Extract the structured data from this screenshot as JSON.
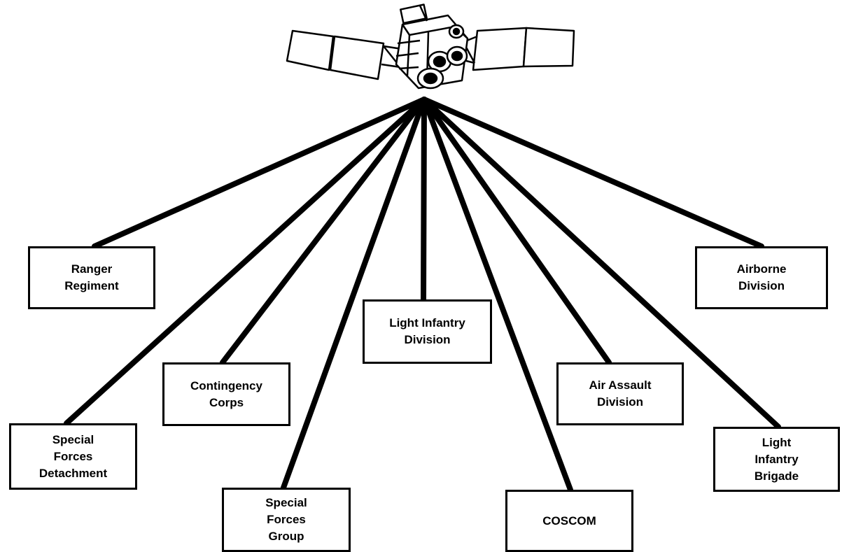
{
  "diagram": {
    "hub": {
      "icon": "satellite-icon"
    },
    "units": [
      {
        "id": "ranger-regiment",
        "lines": [
          "Ranger",
          "Regiment"
        ]
      },
      {
        "id": "special-forces-detachment",
        "lines": [
          "Special",
          "Forces",
          "Detachment"
        ]
      },
      {
        "id": "contingency-corps",
        "lines": [
          "Contingency",
          "Corps"
        ]
      },
      {
        "id": "special-forces-group",
        "lines": [
          "Special",
          "Forces",
          "Group"
        ]
      },
      {
        "id": "light-infantry-division",
        "lines": [
          "Light Infantry",
          "Division"
        ]
      },
      {
        "id": "coscom",
        "lines": [
          "COSCOM"
        ]
      },
      {
        "id": "air-assault-division",
        "lines": [
          "Air Assault",
          "Division"
        ]
      },
      {
        "id": "airborne-division",
        "lines": [
          "Airborne",
          "Division"
        ]
      },
      {
        "id": "light-infantry-brigade",
        "lines": [
          "Light",
          "Infantry",
          "Brigade"
        ]
      }
    ]
  }
}
